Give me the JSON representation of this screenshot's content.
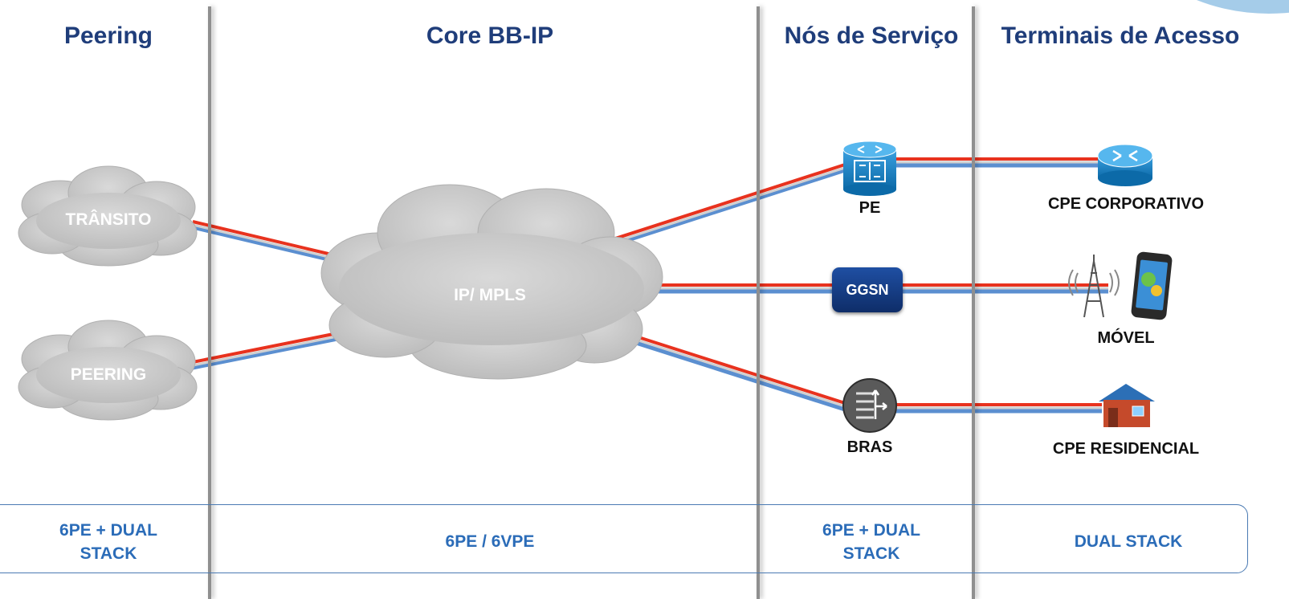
{
  "columns": {
    "peering": "Peering",
    "core": "Core BB-IP",
    "service_nodes": "Nós de Serviço",
    "access_terminals": "Terminais de Acesso"
  },
  "clouds": {
    "transit": "TRÂNSITO",
    "peering": "PEERING",
    "core": "IP/ MPLS"
  },
  "nodes": {
    "pe": "PE",
    "ggsn": "GGSN",
    "bras": "BRAS",
    "cpe_corporate": "CPE CORPORATIVO",
    "mobile": "MÓVEL",
    "cpe_residential": "CPE RESIDENCIAL"
  },
  "footer": {
    "peering": "6PE + DUAL STACK",
    "core": "6PE / 6VPE",
    "service_nodes": "6PE + DUAL STACK",
    "access_terminals": "DUAL STACK"
  },
  "colors": {
    "title": "#1f3d7a",
    "footer_text": "#2b6cb8",
    "link_ipv4": "#e8321e",
    "link_ipv6": "#5b8fd0",
    "cloud": "#c9c9c9"
  }
}
